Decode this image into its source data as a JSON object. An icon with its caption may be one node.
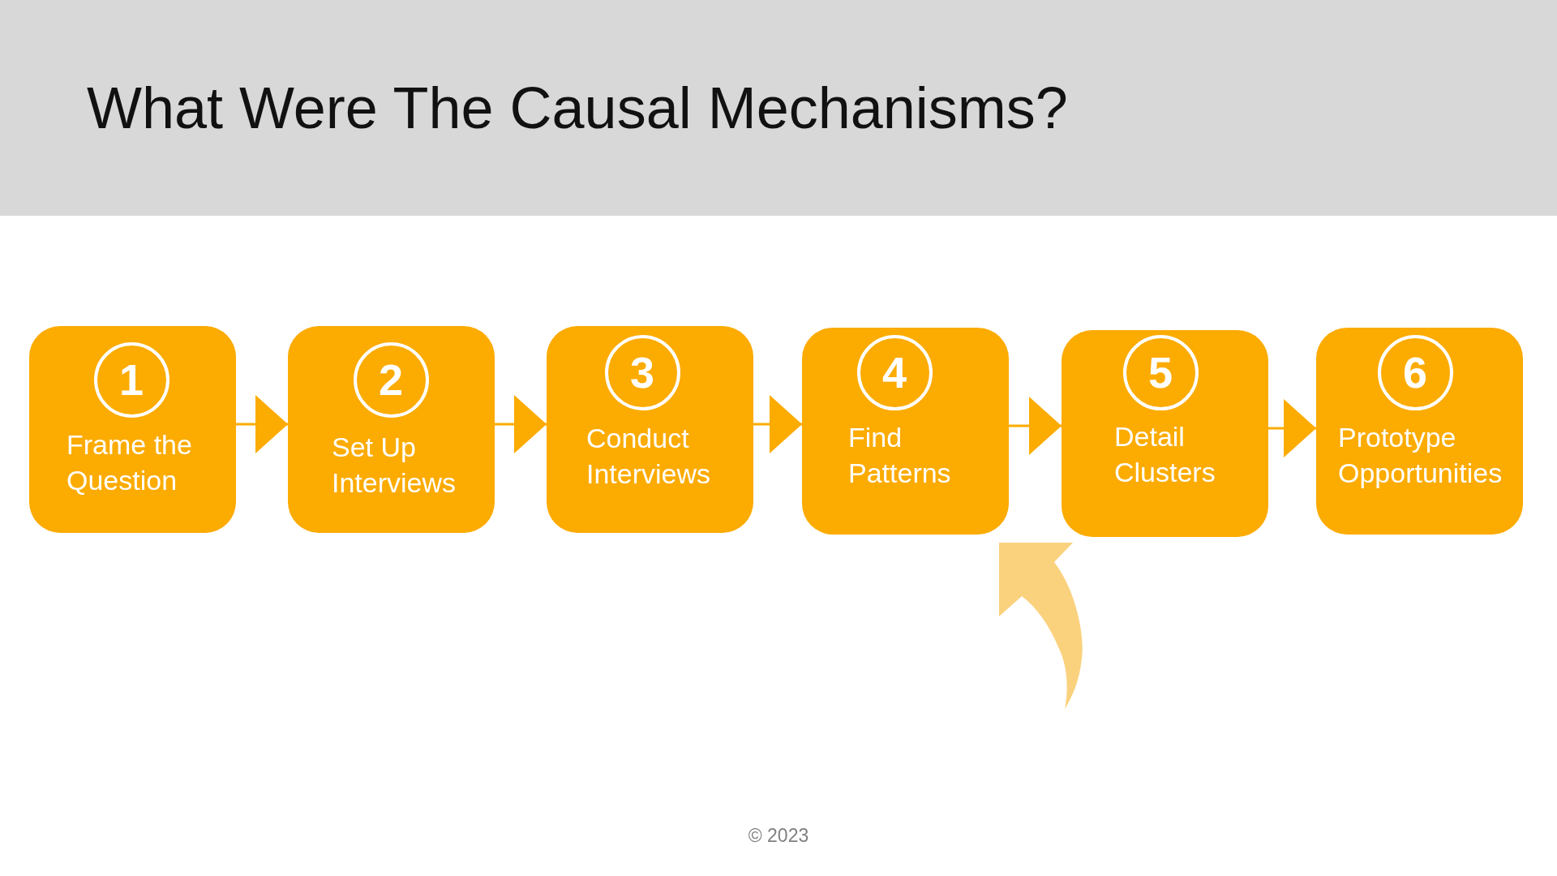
{
  "diagram": {
    "title": "What Were The Causal Mechanisms?",
    "nodes": [
      {
        "text": [
          "1",
          "Frame the Question"
        ]
      },
      {
        "text": [
          "2",
          "Set Up Interviews"
        ]
      },
      {
        "text": [
          "3",
          "Conduct Interviews"
        ]
      },
      {
        "text": [
          "4",
          "Find Patterns"
        ]
      },
      {
        "text": [
          "5",
          "Detail Clusters"
        ]
      },
      {
        "text": [
          "6",
          "Prototype Opportunities"
        ]
      }
    ],
    "edges": [
      {
        "from": 0,
        "to": 1,
        "arrow": "to"
      },
      {
        "from": 1,
        "to": 2,
        "arrow": "to"
      },
      {
        "from": 2,
        "to": 3,
        "arrow": "to"
      },
      {
        "from": 3,
        "to": 4,
        "arrow": "to"
      },
      {
        "from": 4,
        "to": 5,
        "arrow": "to"
      },
      {
        "from": null,
        "to": 3,
        "arrow": "to",
        "color": "#fad27e"
      }
    ],
    "labels": [
      "© 2023"
    ]
  }
}
